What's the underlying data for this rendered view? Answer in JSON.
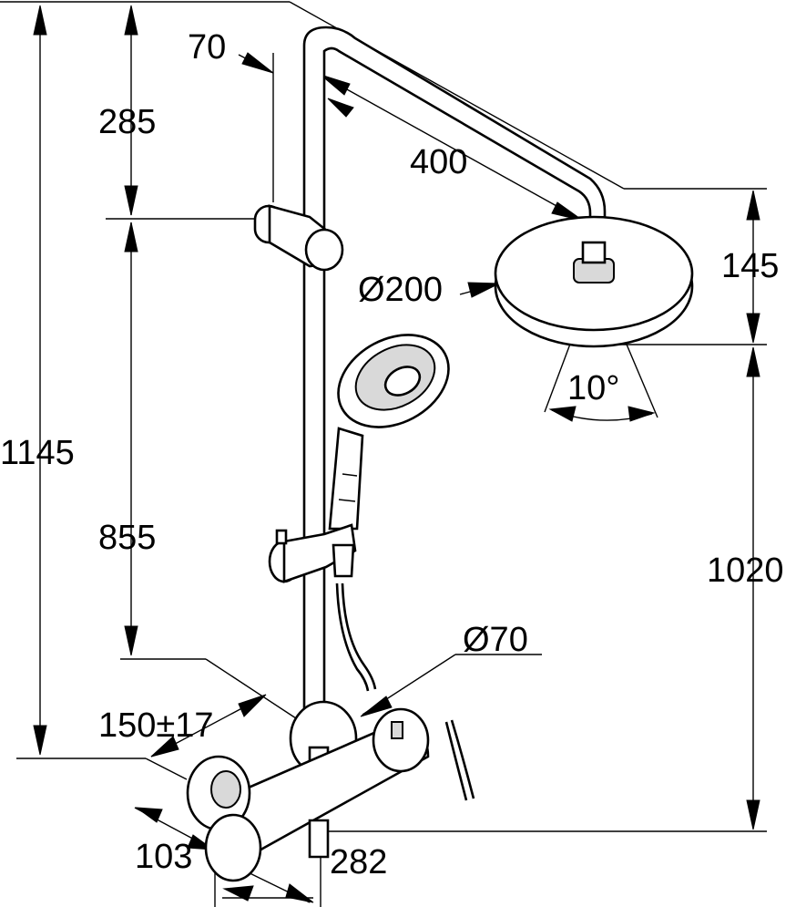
{
  "dimensions": {
    "total_height": "1145",
    "top_to_holder": "285",
    "holder_to_mixer": "855",
    "pipe_offset": "70",
    "arm_length": "400",
    "head_height": "145",
    "head_diameter": "Ø200",
    "spray_angle": "10°",
    "head_to_mixer": "1020",
    "rose_diameter": "Ø70",
    "connection_distance": "150±17",
    "mixer_depth": "103",
    "mixer_length": "282"
  }
}
